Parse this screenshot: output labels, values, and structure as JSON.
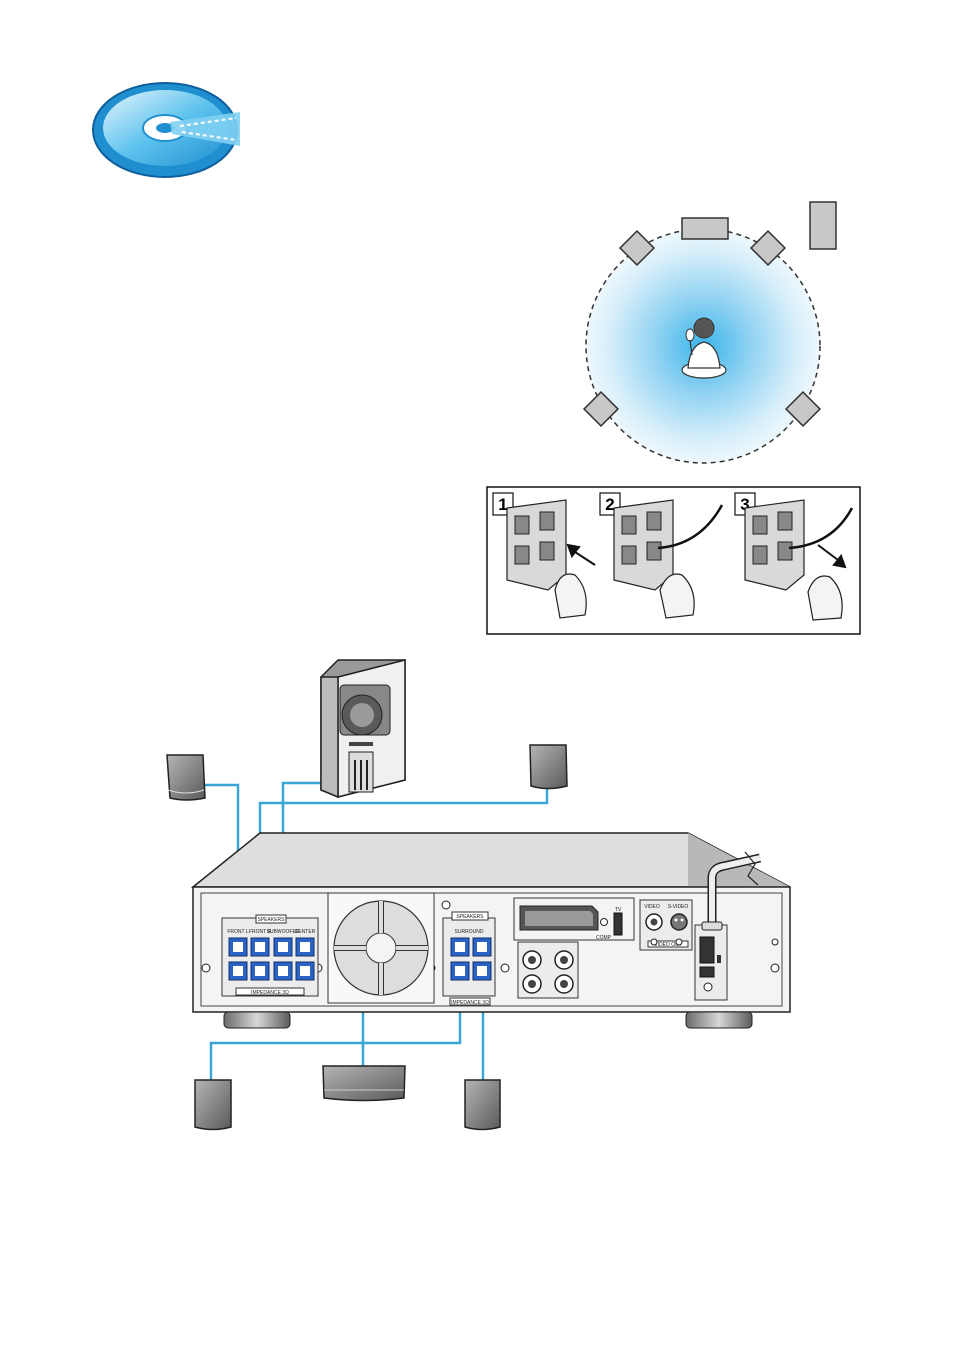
{
  "steps": {
    "step1": "1",
    "step2": "2",
    "step3": "3"
  },
  "panel": {
    "speakers_left_label": "SPEAKERS",
    "speakers_right_label": "SPEAKERS",
    "impedance_label": "IMPEDANCE 3Ω",
    "front_l": "FRONT L",
    "front_r": "FRONT R",
    "center": "CENTER",
    "subwoofer": "SUBWOOFER",
    "surround": "SURROUND",
    "video": "VIDEO",
    "s_video": "S-VIDEO",
    "tv_switch_top": "TV",
    "tv_switch_bottom": "COMP",
    "video_out": "VIDEO OUT"
  },
  "colors": {
    "wire": "#3aa6d8",
    "terminal_blue": "#2a63c4",
    "room_glow": "#5fc0ec",
    "speaker_gray": "#8a8a8a"
  }
}
